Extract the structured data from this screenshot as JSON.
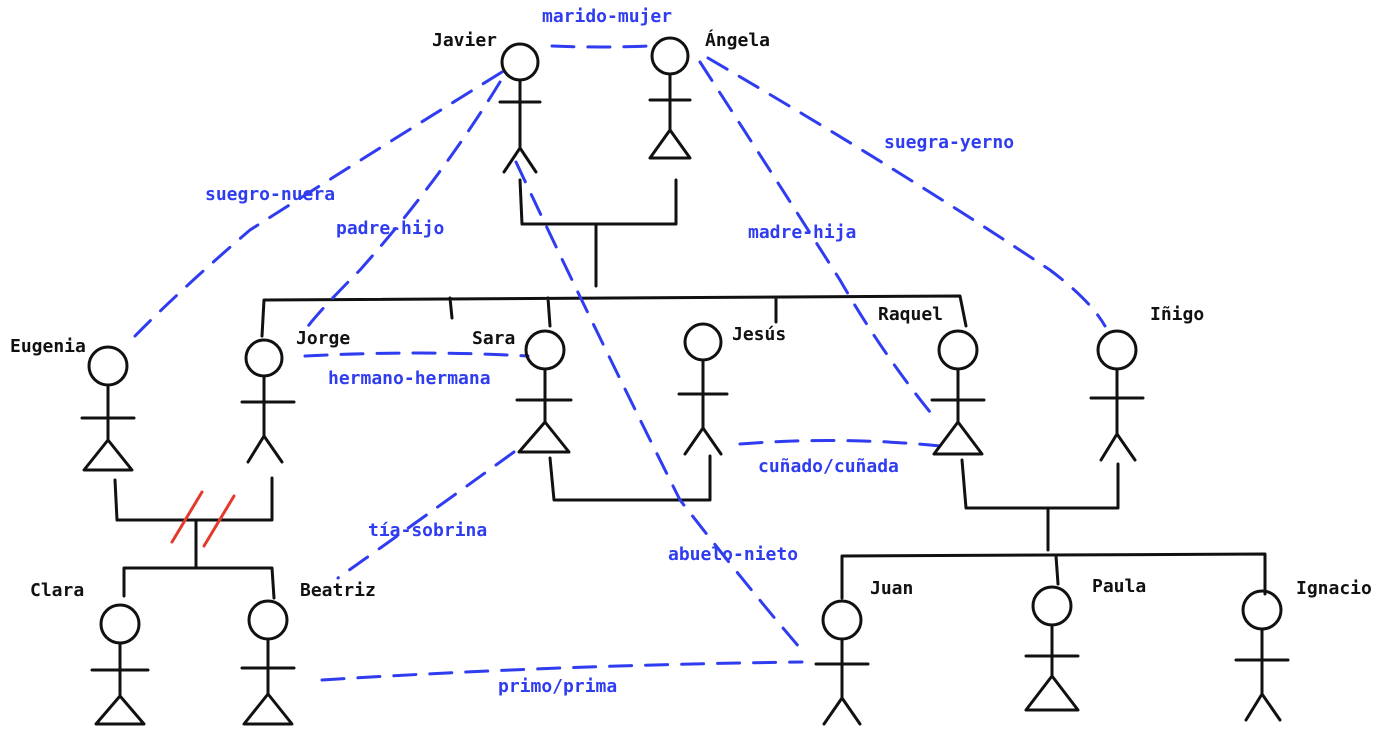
{
  "diagram": {
    "people": {
      "javier": "Javier",
      "angela": "Ángela",
      "eugenia": "Eugenia",
      "jorge": "Jorge",
      "sara": "Sara",
      "jesus": "Jesús",
      "raquel": "Raquel",
      "inigo": "Iñigo",
      "clara": "Clara",
      "beatriz": "Beatriz",
      "juan": "Juan",
      "paula": "Paula",
      "ignacio": "Ignacio"
    },
    "relations": {
      "marido_mujer": "marido-mujer",
      "suegro_nuera": "suegro-nuera",
      "padre_hijo": "padre-hijo",
      "madre_hija": "madre-hija",
      "suegra_yerno": "suegra-yerno",
      "hermano_hermana": "hermano-hermana",
      "cunado_cunada": "cuñado/cuñada",
      "tia_sobrina": "tía-sobrina",
      "abuelo_nieto": "abuelo-nieto",
      "primo_prima": "primo/prima"
    },
    "colors": {
      "relation": "#2f3cf0",
      "tree": "#111111",
      "divorce_mark": "#e33a2b"
    }
  }
}
